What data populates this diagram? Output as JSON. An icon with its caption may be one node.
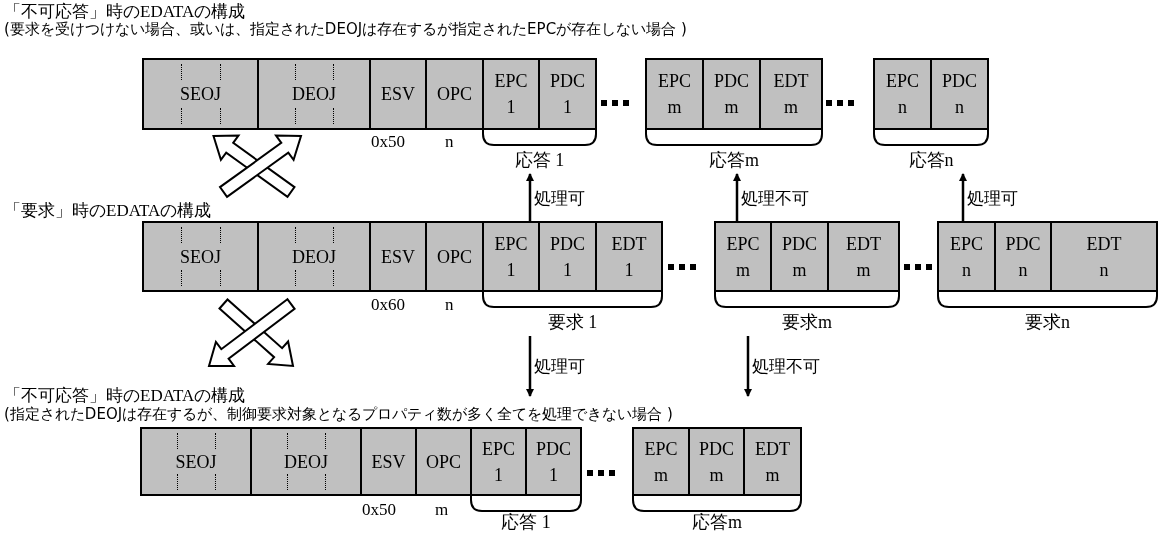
{
  "diagram": {
    "nodes": [
      {
        "text": [
          "SEOJ"
        ]
      },
      {
        "text": [
          "DEOJ"
        ]
      },
      {
        "text": [
          "ESV"
        ]
      },
      {
        "text": [
          "OPC"
        ]
      },
      {
        "text": [
          "EPC 1"
        ]
      },
      {
        "text": [
          "PDC 1"
        ]
      },
      {
        "text": [
          "EPC m"
        ]
      },
      {
        "text": [
          "PDC m"
        ]
      },
      {
        "text": [
          "EDT m"
        ]
      },
      {
        "text": [
          "EPC n"
        ]
      },
      {
        "text": [
          "PDC n"
        ]
      },
      {
        "text": [
          "応答 1"
        ]
      },
      {
        "text": [
          "応答m"
        ]
      },
      {
        "text": [
          "応答n"
        ]
      },
      {
        "text": [
          "SEOJ"
        ]
      },
      {
        "text": [
          "DEOJ"
        ]
      },
      {
        "text": [
          "ESV"
        ]
      },
      {
        "text": [
          "OPC"
        ]
      },
      {
        "text": [
          "EPC 1"
        ]
      },
      {
        "text": [
          "PDC 1"
        ]
      },
      {
        "text": [
          "EDT 1"
        ]
      },
      {
        "text": [
          "EPC m"
        ]
      },
      {
        "text": [
          "PDC m"
        ]
      },
      {
        "text": [
          "EDT m"
        ]
      },
      {
        "text": [
          "EPC n"
        ]
      },
      {
        "text": [
          "PDC n"
        ]
      },
      {
        "text": [
          "EDT n"
        ]
      },
      {
        "text": [
          "要求 1"
        ]
      },
      {
        "text": [
          "要求m"
        ]
      },
      {
        "text": [
          "要求n"
        ]
      },
      {
        "text": [
          "SEOJ"
        ]
      },
      {
        "text": [
          "DEOJ"
        ]
      },
      {
        "text": [
          "ESV"
        ]
      },
      {
        "text": [
          "OPC"
        ]
      },
      {
        "text": [
          "EPC 1"
        ]
      },
      {
        "text": [
          "PDC 1"
        ]
      },
      {
        "text": [
          "EPC m"
        ]
      },
      {
        "text": [
          "PDC m"
        ]
      },
      {
        "text": [
          "EDT m"
        ]
      },
      {
        "text": [
          "応答 1"
        ]
      },
      {
        "text": [
          "応答m"
        ]
      }
    ],
    "edges": [
      {
        "from": 18,
        "to": 11,
        "arrow": "to",
        "label": "処理可"
      },
      {
        "from": 21,
        "to": 12,
        "arrow": "to",
        "label": "処理不可"
      },
      {
        "from": 24,
        "to": 13,
        "arrow": "to",
        "label": "処理可"
      },
      {
        "from": 27,
        "to": 34,
        "arrow": "to",
        "label": "処理可"
      },
      {
        "from": 28,
        "to": 37,
        "arrow": "to",
        "label": "処理不可"
      },
      {
        "from": 15,
        "to": 0,
        "arrow": "to",
        "style": "thick"
      },
      {
        "from": 14,
        "to": 1,
        "arrow": "to",
        "style": "thick"
      },
      {
        "from": 14,
        "to": 31,
        "arrow": "to",
        "style": "thick"
      },
      {
        "from": 15,
        "to": 30,
        "arrow": "to",
        "style": "thick"
      }
    ],
    "labels": [
      "「不可応答」時のEDATAの構成",
      "(要求を受けつけない場合、或いは、指定されたDEOJは存在するが指定されたEPCが存在しない場合 )",
      "0x50",
      "n",
      "「要求」時のEDATAの構成",
      "0x60",
      "n",
      "「不可応答」時のEDATAの構成",
      "(指定されたDEOJは存在するが、制御要求対象となるプロパティ数が多く全てを処理できない場合 )",
      "0x50",
      "m"
    ]
  }
}
